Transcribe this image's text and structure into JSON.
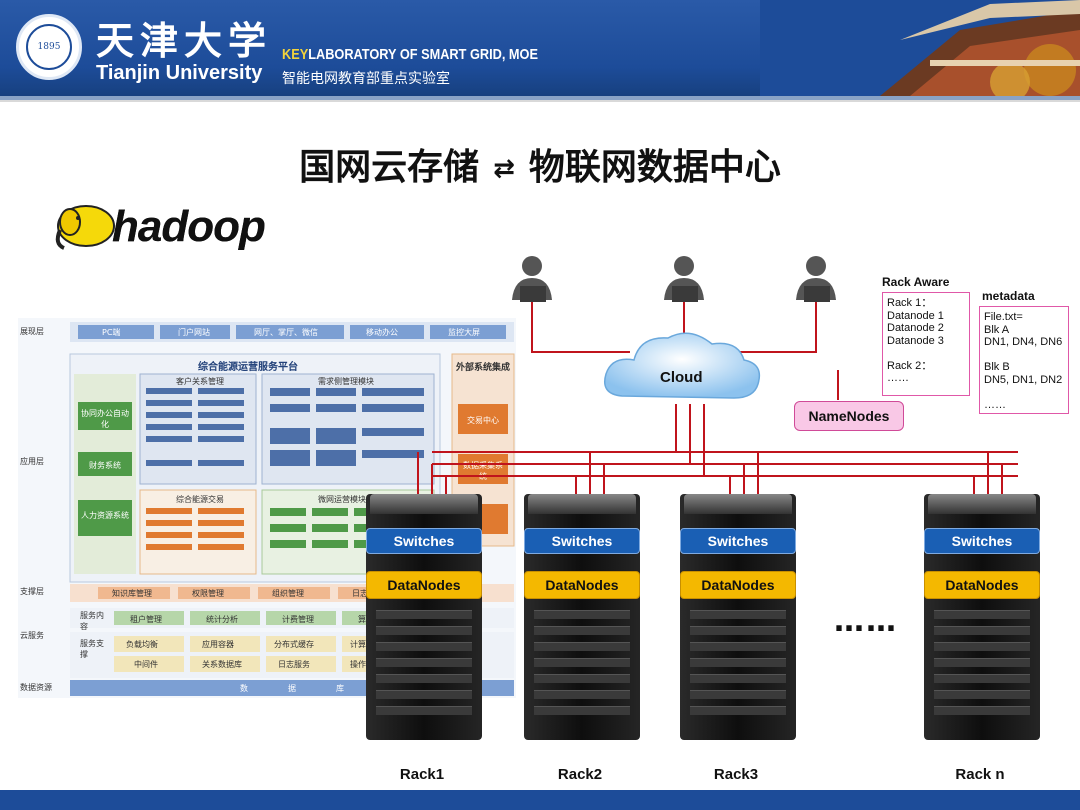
{
  "header": {
    "university_cn": "天津大学",
    "university_en": "Tianjin University",
    "lab_key": "KEY",
    "lab_en": "LABORATORY OF SMART GRID, MOE",
    "lab_cn": "智能电网教育部重点实验室",
    "seal_text": "1895"
  },
  "title": {
    "left": "国网云存储",
    "arrow": "⇄",
    "right": "物联网数据中心"
  },
  "logo": {
    "text": "hadoop"
  },
  "cloud": {
    "label": "Cloud"
  },
  "namenodes": {
    "label": "NameNodes"
  },
  "rack_aware": {
    "title": "Rack Aware",
    "lines": [
      "Rack 1：",
      "Datanode 1",
      "Datanode 2",
      "Datanode 3",
      "",
      "Rack 2：",
      "……"
    ]
  },
  "metadata": {
    "title": "metadata",
    "lines": [
      "File.txt=",
      "Blk A",
      "DN1, DN4, DN6",
      "",
      "Blk B",
      "DN5, DN1, DN2",
      "",
      "……"
    ]
  },
  "racks": [
    {
      "switch": "Switches",
      "datanodes": "DataNodes",
      "label": "Rack1"
    },
    {
      "switch": "Switches",
      "datanodes": "DataNodes",
      "label": "Rack2"
    },
    {
      "switch": "Switches",
      "datanodes": "DataNodes",
      "label": "Rack3"
    },
    {
      "switch": "Switches",
      "datanodes": "DataNodes",
      "label": "Rack n"
    }
  ],
  "ellipsis": "……",
  "platform": {
    "layers": [
      "展现层",
      "应用层",
      "支撑层",
      "云服务",
      "数据资源"
    ],
    "top_items": [
      "PC端",
      "门户网站",
      "网厅、掌厅、微信",
      "移动办公",
      "监控大屏"
    ],
    "main_title": "综合能源运营服务平台",
    "external_title": "外部系统集成",
    "left_modules": [
      "协同办公自动化",
      "财务系统",
      "人力资源系统"
    ],
    "right_modules": [
      "交易中心",
      "数据采集系统"
    ],
    "sub_titles": [
      "客户关系管理",
      "需求侧管理模块",
      "综合能源交易",
      "微网运营模块"
    ],
    "support_items": [
      "知识库管理",
      "权限管理",
      "组织管理",
      "日志管理"
    ],
    "service_label": "服务内容",
    "service_items": [
      "租户管理",
      "统计分析",
      "计费管理",
      "算费管理"
    ],
    "support_label": "服务支撑",
    "support_row1": [
      "负载均衡",
      "应用容器",
      "分布式缓存",
      "计算虚拟化"
    ],
    "support_row2": [
      "中间件",
      "关系数据库",
      "日志服务",
      "操作虚拟化"
    ],
    "data_row": [
      "数",
      "据",
      "库"
    ]
  },
  "colors": {
    "header_blue": "#1d4c99",
    "link_red": "#c0141c",
    "switch_blue": "#1a5fb4",
    "datanode_yellow": "#f4b800",
    "namenode_pink": "#f9c8e6",
    "box_border_pink": "#e058a8"
  }
}
